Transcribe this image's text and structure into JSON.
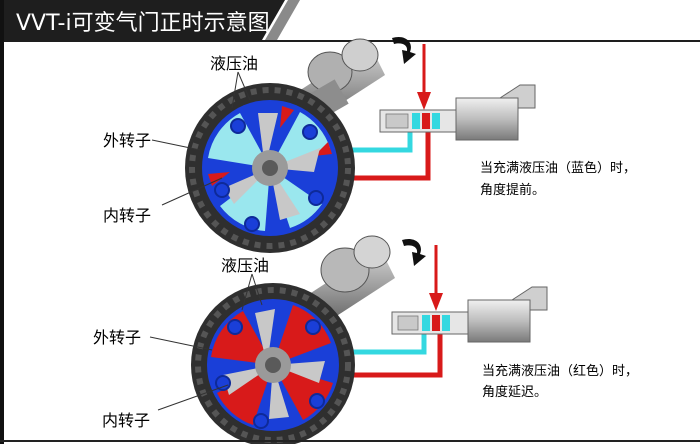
{
  "title": "VVT-i可变气门正时示意图",
  "panels": [
    {
      "hydraulic_label": "液压油",
      "outer_rotor_label": "外转子",
      "inner_rotor_label": "内转子",
      "caption_line1": "当充满液压油（蓝色）时，",
      "caption_line2": "角度提前。",
      "fill_color": "#1a3fd8"
    },
    {
      "hydraulic_label": "液压油",
      "outer_rotor_label": "外转子",
      "inner_rotor_label": "内转子",
      "caption_line1": "当充满液压油（红色）时，",
      "caption_line2": "角度延迟。",
      "fill_color": "#d81a1a"
    }
  ],
  "colors": {
    "title_bg": "#1e1e1e",
    "title_stripe": "#8a8a8a",
    "oil_blue": "#1a3fd8",
    "oil_red": "#d81a1a",
    "oil_cyan": "#34d8e0",
    "gear_dark": "#2f2f2f",
    "shaft_gray": "#a6a6a6"
  },
  "icons": [
    "rotation-arrow-icon",
    "valve-solenoid-icon"
  ]
}
